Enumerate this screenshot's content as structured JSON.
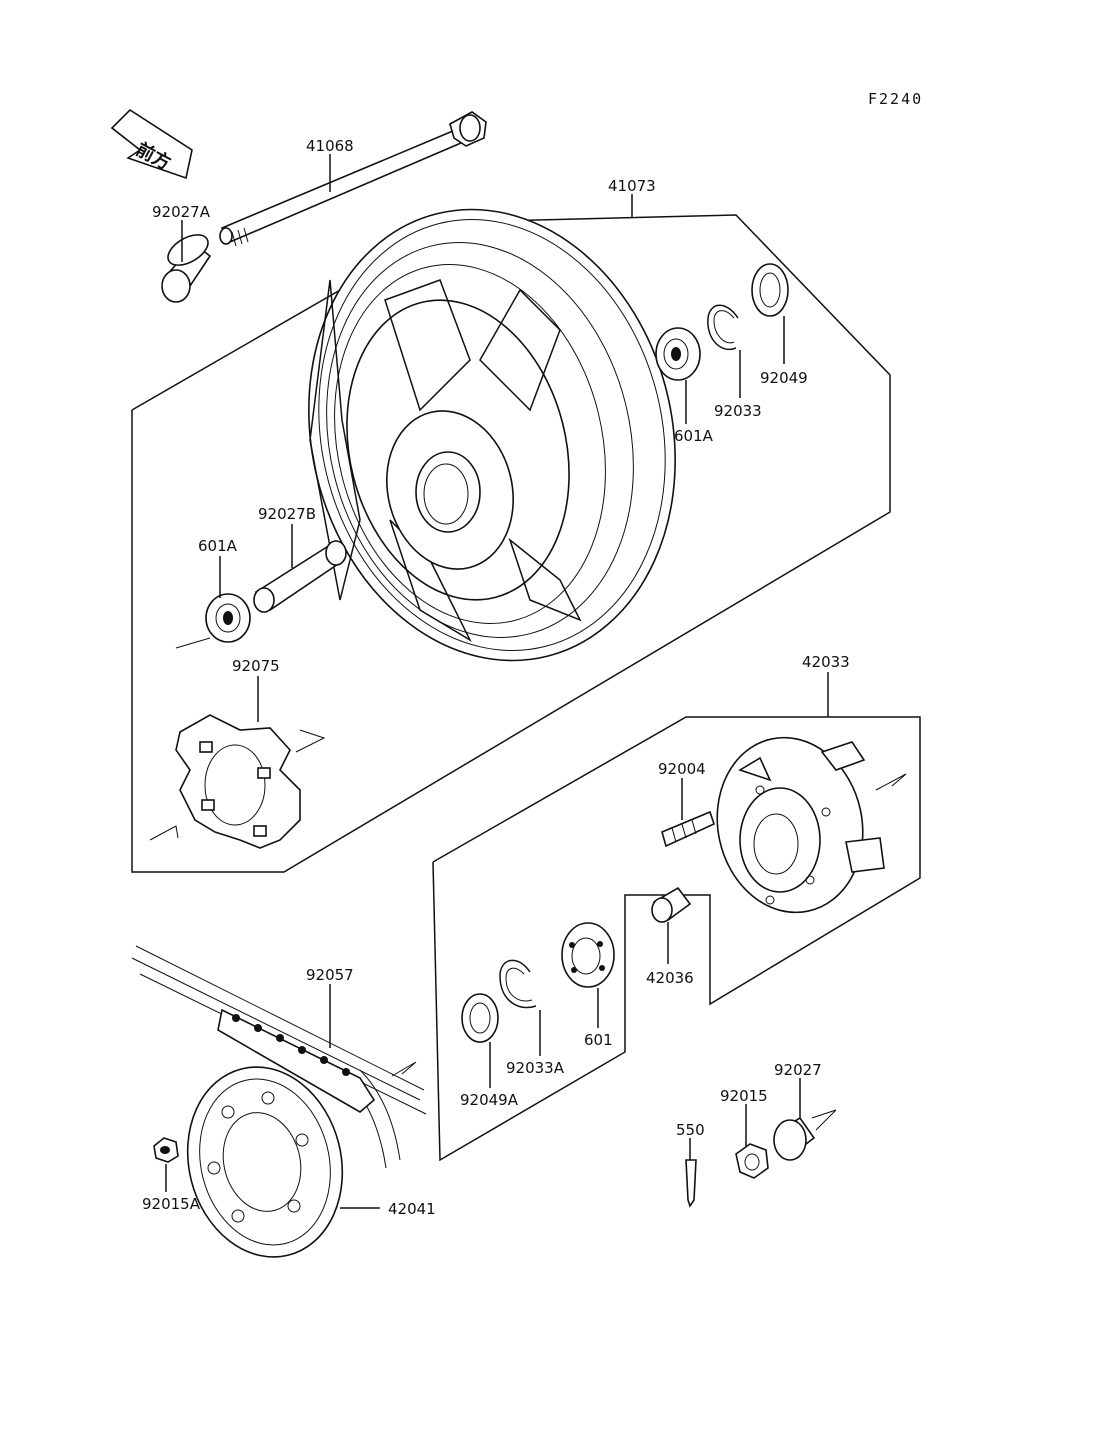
{
  "figure_code": "F2240",
  "front_arrow_text": "前方",
  "colors": {
    "ink": "#111111",
    "paper": "#ffffff"
  },
  "parts": {
    "axle": "41068",
    "wheel": "41073",
    "collar_a": "92027A",
    "collar_b": "92027B",
    "bearing_left": "601A",
    "bearing_right": "601A",
    "circlip": "92033",
    "seal": "92049",
    "damper": "92075",
    "coupling": "42033",
    "stud": "92004",
    "coupling_collar": "42036",
    "chain": "92057",
    "coupling_bearing": "601",
    "coupling_circlip": "92033A",
    "coupling_seal": "92049A",
    "axle_collar": "92027",
    "axle_nut": "92015",
    "cotter_pin": "550",
    "sprocket_nut": "92015A",
    "sprocket": "42041"
  }
}
